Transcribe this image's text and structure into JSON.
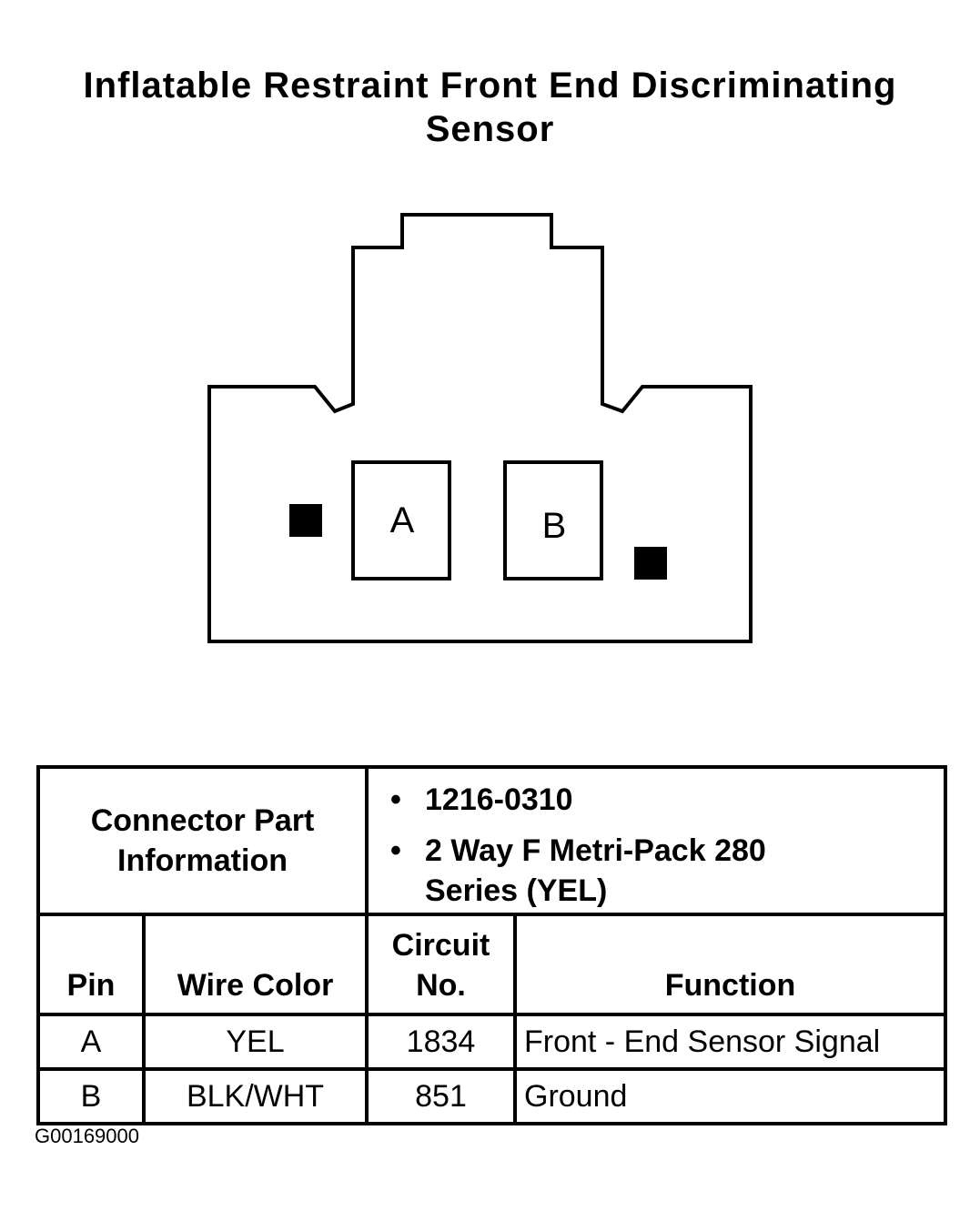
{
  "title": {
    "line1": "Inflatable Restraint Front End Discriminating",
    "line2": "Sensor"
  },
  "connector": {
    "pins": [
      "A",
      "B"
    ]
  },
  "part_info": {
    "label_line1": "Connector Part",
    "label_line2": "Information",
    "bullet1": "1216-0310",
    "bullet2_line1": "2 Way F Metri-Pack 280",
    "bullet2_line2": "Series (YEL)"
  },
  "table": {
    "headers": {
      "pin": "Pin",
      "wire_color": "Wire Color",
      "circuit_line1": "Circuit",
      "circuit_line2": "No.",
      "function": "Function"
    },
    "rows": [
      {
        "pin": "A",
        "wire_color": "YEL",
        "circuit": "1834",
        "function": "Front - End Sensor Signal"
      },
      {
        "pin": "B",
        "wire_color": "BLK/WHT",
        "circuit": "851",
        "function": "Ground"
      }
    ]
  },
  "figure_id": "G00169000"
}
